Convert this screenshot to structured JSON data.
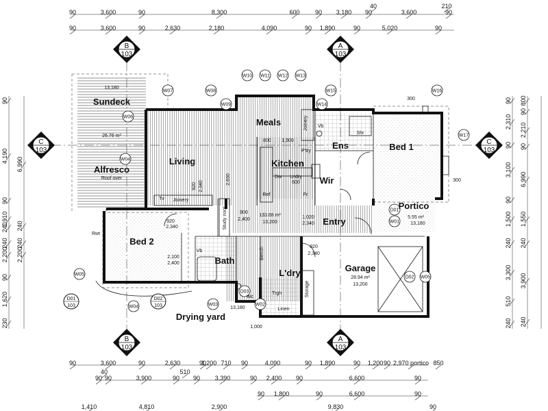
{
  "rooms": {
    "sundeck": "Sundeck",
    "sundeck_area": "26.76 m²",
    "sundeck_level": "13,180",
    "alfresco": "Alfresco",
    "alfresco_note": "Roof over",
    "meals": "Meals",
    "living": "Living",
    "kitchen": "Kitchen",
    "ens": "Ens",
    "wir": "Wir",
    "bed1": "Bed 1",
    "portico": "Portico",
    "portico_area": "5.55 m²",
    "portico_level": "13,180",
    "entry": "Entry",
    "house_area": "133.68 m²",
    "house_level": "13,200",
    "bed2": "Bed 2",
    "bath": "Bath",
    "ldry": "L'dry",
    "garage": "Garage",
    "garage_area": "28.94 m²",
    "garage_level": "13,200",
    "drying_yard": "Drying yard",
    "drying_level": "13,180"
  },
  "fixtures": {
    "ptry": "P'try",
    "joinery": "Joinery",
    "joinery2": "Joinery",
    "tv": "Tv",
    "study_nook": "Study nook",
    "bench": "Bench",
    "storage": "Storage",
    "linen": "Linen",
    "vb": "Vb",
    "vb2": "Vb",
    "wc": "Wc",
    "fr": "Fr",
    "ref": "Ref",
    "rwt": "Rwt",
    "shr": "Shr",
    "dw": "Dw",
    "sink_label": "Lndry",
    "trough": "Trgh"
  },
  "dims": {
    "top1": [
      "90",
      "3,600",
      "90",
      "8,300",
      "600",
      "90",
      "3,180",
      "90",
      "3,600",
      "90"
    ],
    "top1_extra": [
      "40",
      "210"
    ],
    "top2": [
      "90",
      "3,600",
      "90",
      "2,630",
      "2,180",
      "4,090",
      "90",
      "1,890",
      "90",
      "5,020",
      "90"
    ],
    "bot1": [
      "90",
      "3,600",
      "90",
      "2,630",
      "90",
      "1,200",
      "710",
      "90",
      "4,090",
      "90",
      "1,890",
      "90",
      "1,200",
      "90",
      "2,970 portico",
      "850"
    ],
    "bot2": [
      "90",
      "90",
      "3,900",
      "90",
      "90",
      "3,390",
      "90",
      "2,400",
      "90",
      "6,600",
      "90"
    ],
    "bot2_extra": [
      "40",
      "510"
    ],
    "bot3": [
      "90",
      "1,800",
      "90",
      "6,600",
      "90"
    ],
    "bot4": [
      "1,410",
      "4,810",
      "2,900",
      "9,830",
      "90"
    ],
    "left": [
      "90",
      "4,190",
      "90",
      "1,910",
      "240",
      "240",
      "2,200",
      "90",
      "1,620",
      "230"
    ],
    "left2": [
      "6,990",
      "240",
      "2,200",
      "240"
    ],
    "right1": [
      "90",
      "2,310",
      "90",
      "3,100",
      "90",
      "1,500",
      "240",
      "3,300",
      "510",
      "240"
    ],
    "right2": [
      "800",
      "90",
      "2,210",
      "90",
      "6,990",
      "1,550",
      "240",
      "3,900",
      "240"
    ],
    "inner": [
      "800",
      "1,500",
      "920",
      "2,340",
      "2,630",
      "600",
      "920",
      "2,340",
      "900",
      "2,400",
      "1,020",
      "2,340",
      "2,100",
      "2,400",
      "920",
      "2,340",
      "300",
      "300",
      "1,000"
    ]
  },
  "markers": {
    "b": {
      "letter": "B",
      "sheet": "103"
    },
    "a": {
      "letter": "A",
      "sheet": "103"
    },
    "c": {
      "letter": "C",
      "sheet": "103"
    },
    "d01": {
      "letter": "D01",
      "sheet": "103"
    },
    "d02": {
      "letter": "D02",
      "sheet": "103"
    }
  },
  "windows": [
    "W10",
    "W11",
    "W12",
    "W13",
    "W07",
    "W08",
    "W09",
    "W15",
    "W14",
    "W16",
    "W17",
    "W06",
    "W04",
    "W05",
    "W01",
    "W02",
    "W03",
    "W04",
    "W05",
    "D01",
    "D02",
    "D03"
  ]
}
